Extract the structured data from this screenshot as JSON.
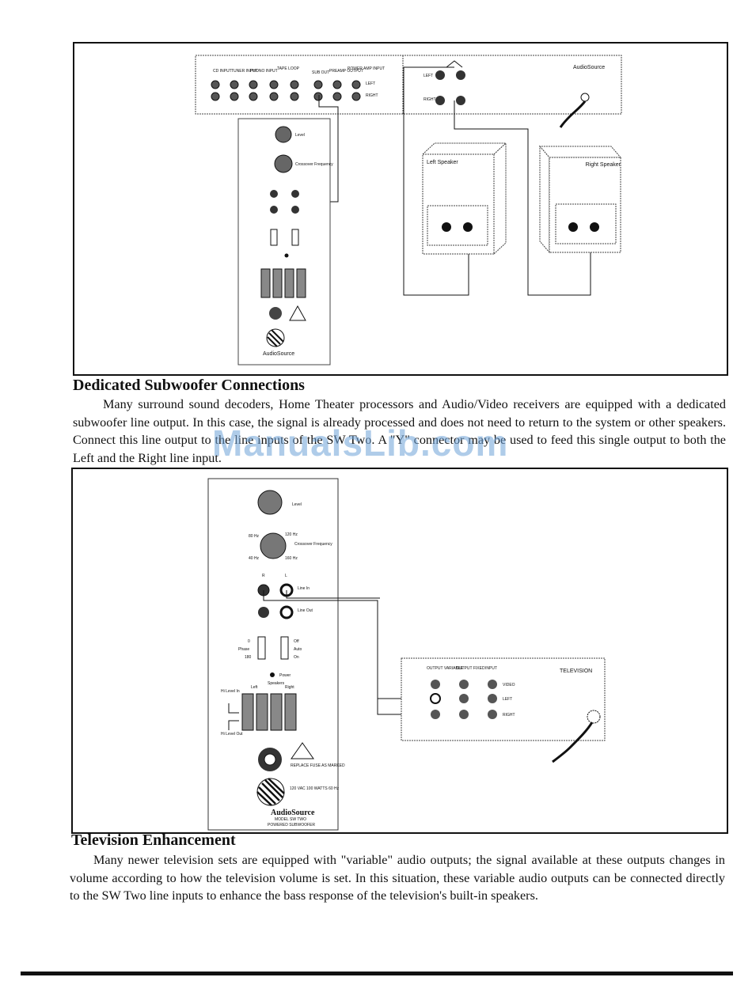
{
  "figure1": {
    "receiver_brand": "AudioSource",
    "jack_labels": [
      "CD INPUT",
      "TUNER INPUT",
      "PHONO INPUT",
      "TAPE LOOP",
      "SUB OUT",
      "PREAMP OUTPUT",
      "POWER AMP INPUT"
    ],
    "row_labels": [
      "LEFT",
      "RIGHT"
    ],
    "speaker_terminal_labels": [
      "LEFT",
      "RIGHT"
    ],
    "left_speaker_label": "Left Speaker",
    "right_speaker_label": "Right Speaker"
  },
  "subwoofer_panel": {
    "level_label": "Level",
    "freq_labels": [
      "80 Hz",
      "120 Hz",
      "40 Hz",
      "160 Hz"
    ],
    "crossover_label": "Crossover Frequency",
    "line_in_label": "Line In",
    "line_out_label": "Line Out",
    "r_label": "R",
    "l_label": "L",
    "phase_labels": [
      "0",
      "Phase",
      "180"
    ],
    "power_labels": [
      "Off",
      "Auto",
      "On"
    ],
    "power_label": "Power",
    "hi_level_in": "Hi Level In",
    "hi_level_out": "Hi Level Out",
    "speakers_label": "Speakers",
    "left_label": "Left",
    "right_label": "Right",
    "fuse_label": "REPLACE FUSE AS MARKED",
    "rating_label": "120 VAC 100 WATTS 60 Hz",
    "brand": "AudioSource",
    "model_line1": "MODEL SW TWO",
    "model_line2": "POWERED SUBWOOFER"
  },
  "heading1": "Dedicated Subwoofer Connections",
  "paragraph1": "Many surround sound decoders, Home Theater processors and Audio/Video receivers are equipped with a dedicated subwoofer line output. In this case, the signal is already processed and does not need to return to the system or other speakers. Connect this line output to the line inputs of the SW Two. A \"Y\" connector may be used to feed this single output to both the Left and the Right line input.",
  "watermark": "ManualsLib.com",
  "figure2": {
    "tv_label": "TELEVISION",
    "tv_col_labels": [
      "OUTPUT VARIABLE",
      "OUTPUT FIXED",
      "INPUT"
    ],
    "tv_row_labels": [
      "VIDEO",
      "LEFT",
      "RIGHT"
    ]
  },
  "heading2": "Television Enhancement",
  "paragraph2": "Many newer television sets are equipped with \"variable\" audio outputs; the signal available at these outputs changes in volume according to how the television volume is set. In this situation, these variable audio outputs can be connected directly to the SW Two line inputs to enhance the bass response of the television's built-in speakers."
}
